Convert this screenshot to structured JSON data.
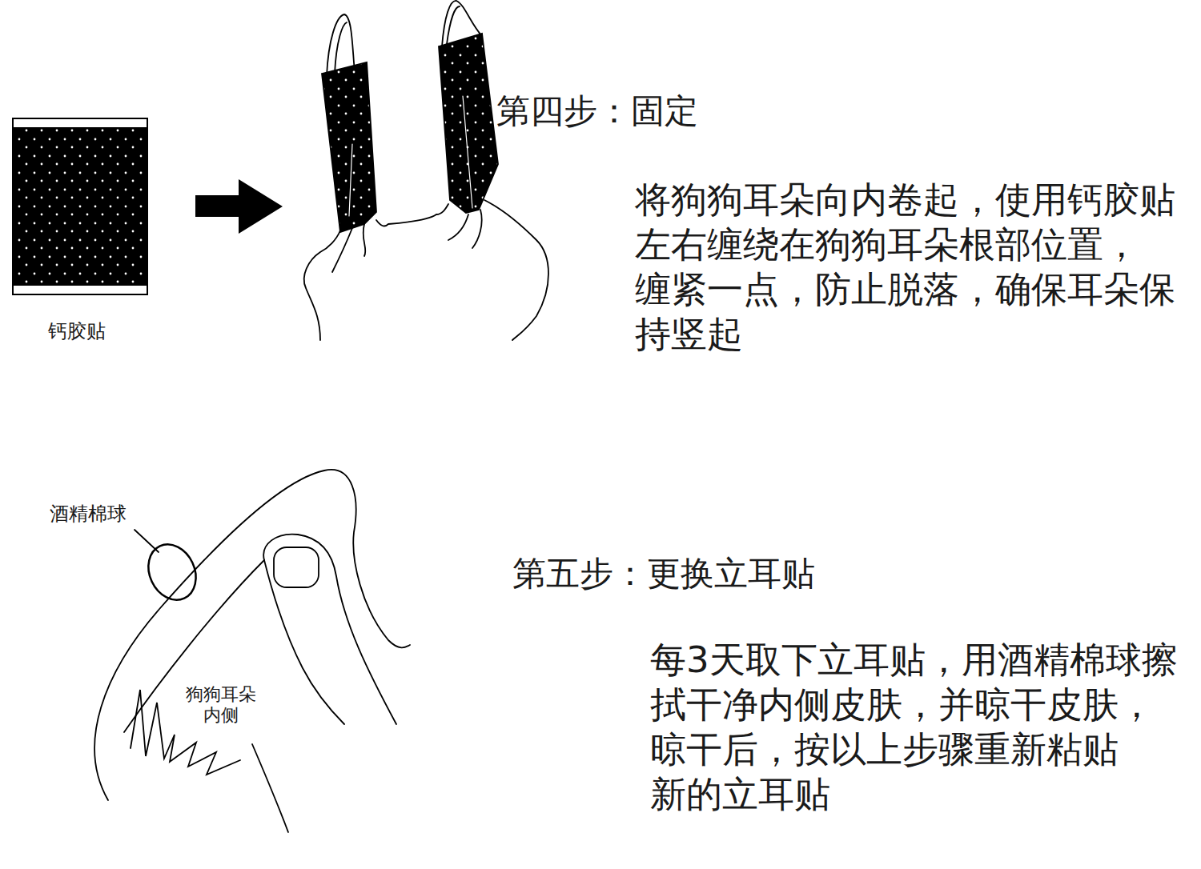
{
  "diagram": {
    "labels": [
      "钙胶贴",
      "第四步：固定",
      "将狗狗耳朵向内卷起，使用钙胶贴 左右缠绕在狗狗耳朵根部位置， 缠紧一点，防止脱落，确保耳朵保 持竖起",
      "酒精棉球",
      "狗狗耳朵 内侧",
      "第五步：更换立耳贴",
      "每3天取下立耳贴，用酒精棉球擦 拭干净内侧皮肤，并晾干皮肤， 晾干后，按以上步骤重新粘贴 新的立耳贴"
    ]
  }
}
